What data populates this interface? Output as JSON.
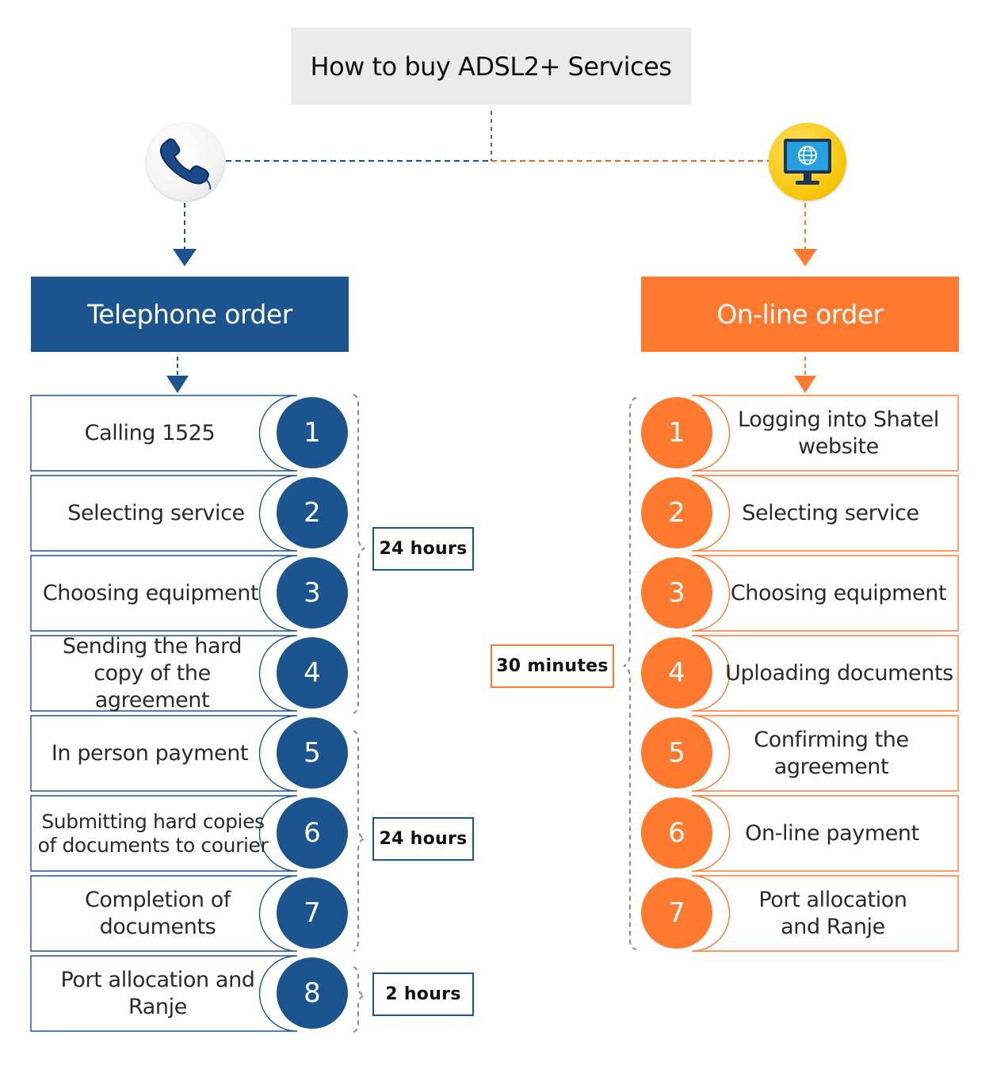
{
  "title": "How to buy ADSL2+ Services",
  "colors": {
    "telephone": "#1b548f",
    "online": "#ff7a2e",
    "title_bg": "#ebebeb"
  },
  "icons": {
    "telephone": "telephone-handset-icon",
    "online": "computer-globe-icon"
  },
  "telephone": {
    "header": "Telephone order",
    "steps": [
      {
        "number": "1",
        "label": "Calling 1525"
      },
      {
        "number": "2",
        "label": "Selecting service"
      },
      {
        "number": "3",
        "label": "Choosing equipment"
      },
      {
        "number": "4",
        "label": "Sending the hard copy of the agreement"
      },
      {
        "number": "5",
        "label": "In person payment"
      },
      {
        "number": "6",
        "label": "Submitting hard copies of documents to courier"
      },
      {
        "number": "7",
        "label": "Completion of documents"
      },
      {
        "number": "8",
        "label": "Port allocation and Ranje"
      }
    ],
    "durations": [
      "24 hours",
      "24 hours",
      "2 hours"
    ]
  },
  "online": {
    "header": "On-line order",
    "steps": [
      {
        "number": "1",
        "label": "Logging into Shatel website"
      },
      {
        "number": "2",
        "label": "Selecting service"
      },
      {
        "number": "3",
        "label": "Choosing equipment"
      },
      {
        "number": "4",
        "label": "Uploading documents"
      },
      {
        "number": "5",
        "label": "Confirming the agreement"
      },
      {
        "number": "6",
        "label": "On-line payment"
      },
      {
        "number": "7",
        "label": "Port allocation and Ranje"
      }
    ],
    "duration": "30 minutes"
  }
}
